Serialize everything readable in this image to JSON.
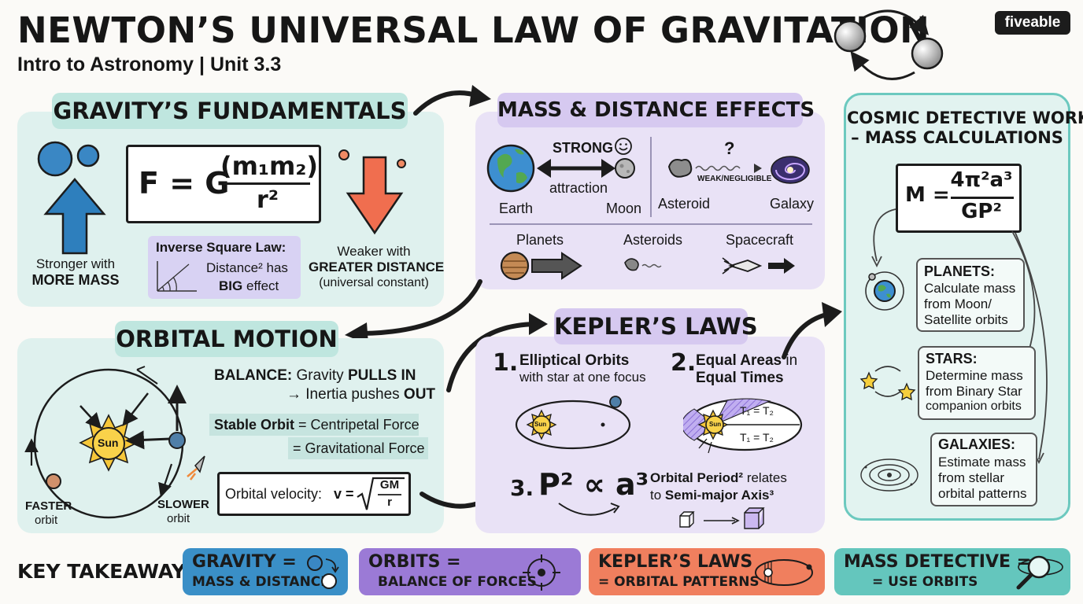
{
  "header": {
    "title": "NEWTON’S UNIVERSAL LAW OF GRAVITATION",
    "subtitle": "Intro to Astronomy | Unit 3.3",
    "brand": "fiveable"
  },
  "fundamentals": {
    "heading": "GRAVITY’S FUNDAMENTALS",
    "formula_lhs": "F = G",
    "formula_num": "(m₁m₂)",
    "formula_den": "r²",
    "stronger_line1": "Stronger with",
    "stronger_line2": "MORE MASS",
    "inverse_title": "Inverse Square Law:",
    "inverse_line1": "Distance² has",
    "inverse_big": "BIG",
    "inverse_effect": "effect",
    "weaker_line1": "Weaker with",
    "weaker_line2": "GREATER DISTANCE",
    "weaker_line3": "(universal constant)"
  },
  "mass_distance": {
    "heading": "MASS & DISTANCE EFFECTS",
    "strong": "STRONG",
    "attraction": "attraction",
    "earth": "Earth",
    "moon": "Moon",
    "question": "?",
    "weak": "WEAK/NEGLIGIBLE",
    "asteroid": "Asteroid",
    "galaxy": "Galaxy",
    "planets": "Planets",
    "asteroids": "Asteroids",
    "spacecraft": "Spacecraft"
  },
  "cosmic": {
    "heading_line1": "COSMIC DETECTIVE WORK",
    "heading_line2": "– MASS CALCULATIONS",
    "formula_lhs": "M =",
    "formula_num": "4π²a³",
    "formula_den": "GP²",
    "planets_title": "PLANETS:",
    "planets_l1": "Calculate mass",
    "planets_l2": "from Moon/",
    "planets_l3": "Satellite orbits",
    "stars_title": "STARS:",
    "stars_l1": "Determine mass",
    "stars_l2": "from Binary Star",
    "stars_l3": "companion orbits",
    "galaxies_title": "GALAXIES:",
    "galaxies_l1": "Estimate mass",
    "galaxies_l2": "from stellar",
    "galaxies_l3": "orbital patterns"
  },
  "orbital": {
    "heading": "ORBITAL MOTION",
    "balance_label": "BALANCE:",
    "balance_gravity": "Gravity",
    "pulls_in": "PULLS IN",
    "inertia": "→ Inertia pushes",
    "out": "OUT",
    "stable_label": "Stable Orbit",
    "stable_eq": "= Centripetal Force",
    "grav_eq": "= Gravitational Force",
    "velocity_label": "Orbital velocity:",
    "velocity_v": "v =",
    "velocity_num": "GM",
    "velocity_den": "r",
    "sun": "Sun",
    "faster": "FASTER",
    "faster_orbit": "orbit",
    "slower": "SLOWER",
    "slower_orbit": "orbit"
  },
  "kepler": {
    "heading": "KEPLER’S LAWS",
    "law1_num": "1.",
    "law1_title": "Elliptical Orbits",
    "law1_sub": "with star at one focus",
    "law2_num": "2.",
    "law2_title_a": "Equal Areas",
    "law2_title_b": "in",
    "law2_title_c": "Equal Times",
    "t_eq_1": "T₁ = T₂",
    "t_eq_2": "T₁ = T₂",
    "sun_label_1": "Sun",
    "sun_label_2": "Sun",
    "law3_num": "3.",
    "law3_formula": "P² ∝ a³",
    "law3_l1a": "Orbital Period²",
    "law3_l1b": "relates",
    "law3_l2a": "to",
    "law3_l2b": "Semi-major Axis³"
  },
  "takeaways": {
    "label": "KEY TAKEAWAYS",
    "items": [
      {
        "l1": "GRAVITY =",
        "l2": "MASS & DISTANCE"
      },
      {
        "l1": "ORBITS =",
        "l2": "BALANCE OF FORCES"
      },
      {
        "l1": "KEPLER’S LAWS",
        "l2": "= ORBITAL PATTERNS"
      },
      {
        "l1": "MASS DETECTIVE =",
        "l2": "= USE ORBITS"
      }
    ]
  },
  "colors": {
    "teal_panel": "#dff1ee",
    "purple_panel": "#e9e2f6",
    "take_gravity": "#3a8fc7",
    "take_orbits": "#9b7ad6",
    "take_kepler": "#f07f5e",
    "take_mass": "#64c6bd"
  }
}
